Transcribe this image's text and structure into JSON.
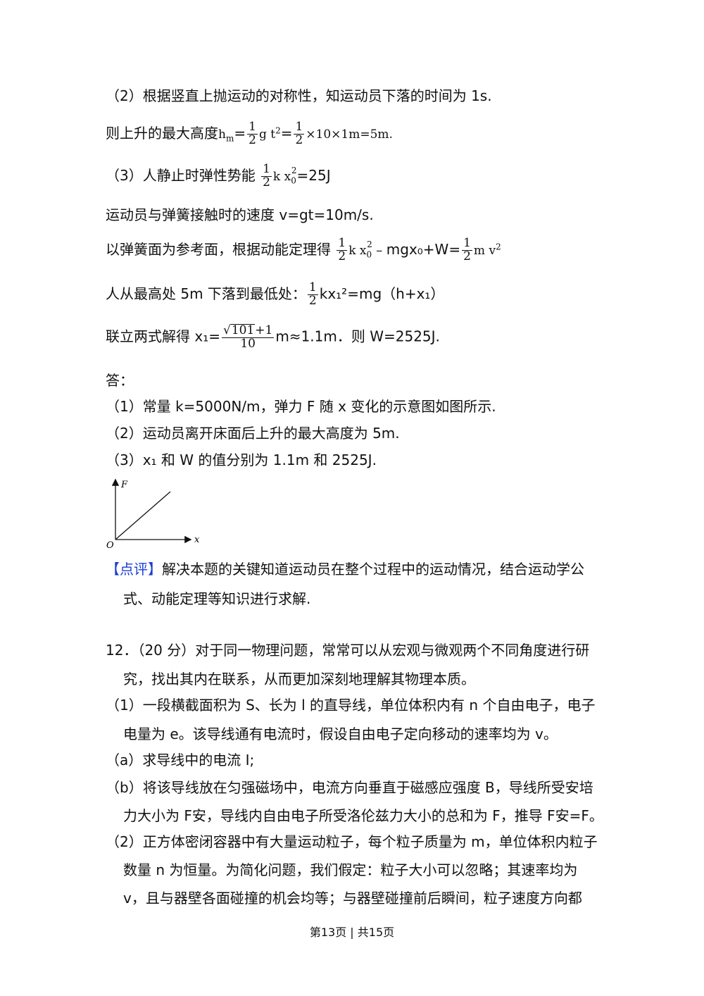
{
  "lines": {
    "l1": "（2）根据竖直上抛运动的对称性，知运动员下落的时间为 1s.",
    "l2_prefix": "则上升的最大高度",
    "l2_hm": "h",
    "l2_hm_sub": "m",
    "l2_eq": "=",
    "l2_frac_num": "1",
    "l2_frac_den": "2",
    "l2_gt": "g t",
    "l2_sup": "2",
    "l2_eq2": "=",
    "l2_frac2_num": "1",
    "l2_frac2_den": "2",
    "l2_tail": "×10×1m=5m.",
    "l3_prefix": "（3）人静止时弹性势能",
    "l3_frac_num": "1",
    "l3_frac_den": "2",
    "l3_kx": "k x",
    "l3_sub": "0",
    "l3_sup": "2",
    "l3_tail": "=25J",
    "l4": "运动员与弹簧接触时的速度  v=gt=10m/s.",
    "l5_prefix": "以弹簧面为参考面，根据动能定理得",
    "l5_frac_num": "1",
    "l5_frac_den": "2",
    "l5_kx": "k x",
    "l5_sub": "0",
    "l5_sup": "2",
    "l5_mid": "﹣mgx₀+W=",
    "l5_frac2_num": "1",
    "l5_frac2_den": "2",
    "l5_mv": "m v",
    "l5_sup2": "2",
    "l6_prefix": "人从最高处 5m 下落到最低处：",
    "l6_frac_num": "1",
    "l6_frac_den": "2",
    "l6_tail": "kx₁²=mg（h+x₁）",
    "l7_prefix": "联立两式解得 x₁=",
    "l7_sqrt": "101",
    "l7_plus": "+1",
    "l7_den": "10",
    "l7_tail": "m≈1.1m．则 W=2525J.",
    "l8": "答：",
    "l9": "（1）常量 k=5000N/m，弹力 F 随 x 变化的示意图如图所示.",
    "l10": "（2）运动员离开床面后上升的最大高度为 5m.",
    "l11": "（3）x₁ 和 W 的值分别为 1.1m 和 2525J.",
    "l12_tag": "【点评】",
    "l12_text": "解决本题的关键知道运动员在整个过程中的运动情况，结合运动学公",
    "l13": "式、动能定理等知识进行求解.",
    "l14": "12．（20 分）对于同一物理问题，常常可以从宏观与微观两个不同角度进行研",
    "l15": "究，找出其内在联系，从而更加深刻地理解其物理本质。",
    "l16": "（1）一段横截面积为 S、长为 l 的直导线，单位体积内有 n 个自由电子，电子",
    "l17": "电量为 e。该导线通有电流时，假设自由电子定向移动的速率均为 v。",
    "l18": "（a）求导线中的电流 I;",
    "l19": "（b）将该导线放在匀强磁场中，电流方向垂直于磁感应强度 B，导线所受安培",
    "l20": "力大小为 F安，导线内自由电子所受洛伦兹力大小的总和为 F，推导 F安=F。",
    "l21": "（2）正方体密闭容器中有大量运动粒子，每个粒子质量为 m，单位体积内粒子",
    "l22": "数量 n 为恒量。为简化问题，我们假定：粒子大小可以忽略；其速率均为",
    "l23": "v，且与器壁各面碰撞的机会均等；与器壁碰撞前后瞬间，粒子速度方向都"
  },
  "graph": {
    "y_label": "F",
    "x_label": "x",
    "origin_label": "O"
  },
  "footer": "第13页 | 共15页"
}
